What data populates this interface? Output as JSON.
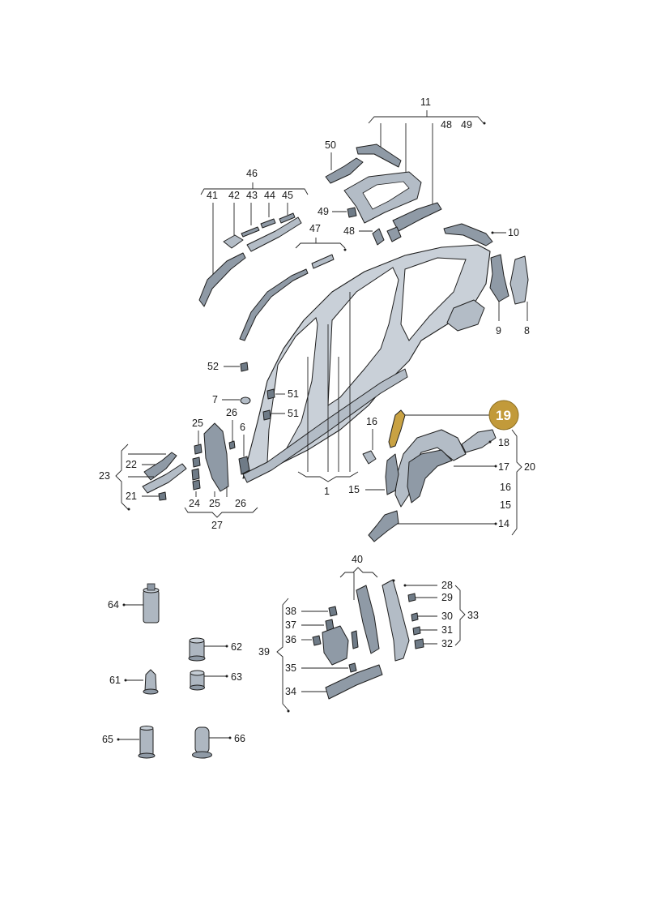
{
  "diagram": {
    "highlight": {
      "label": "19",
      "color": "#c29a3a"
    },
    "labels": {
      "l1": "1",
      "l6": "6",
      "l7": "7",
      "l8": "8",
      "l9": "9",
      "l10": "10",
      "l11": "11",
      "l14": "14",
      "l15": "15",
      "l15b": "15",
      "l16": "16",
      "l16b": "16",
      "l17": "17",
      "l18": "18",
      "l20": "20",
      "l21": "21",
      "l22": "22",
      "l23": "23",
      "l24": "24",
      "l25a": "25",
      "l25b": "25",
      "l26a": "26",
      "l26b": "26",
      "l27": "27",
      "l28": "28",
      "l29": "29",
      "l30": "30",
      "l31": "31",
      "l32": "32",
      "l33": "33",
      "l34": "34",
      "l35": "35",
      "l36": "36",
      "l37": "37",
      "l38": "38",
      "l39": "39",
      "l40": "40",
      "l41": "41",
      "l42": "42",
      "l43": "43",
      "l44": "44",
      "l45": "45",
      "l46": "46",
      "l47": "47",
      "l48a": "48",
      "l48b": "48",
      "l49a": "49",
      "l49b": "49",
      "l50": "50",
      "l51a": "51",
      "l51b": "51",
      "l52": "52",
      "l61": "61",
      "l62": "62",
      "l63": "63",
      "l64": "64",
      "l65": "65",
      "l66": "66"
    },
    "colors": {
      "part": "#8f9aa6",
      "body": "#c9d0d8",
      "highlight": "#c9a243"
    }
  }
}
